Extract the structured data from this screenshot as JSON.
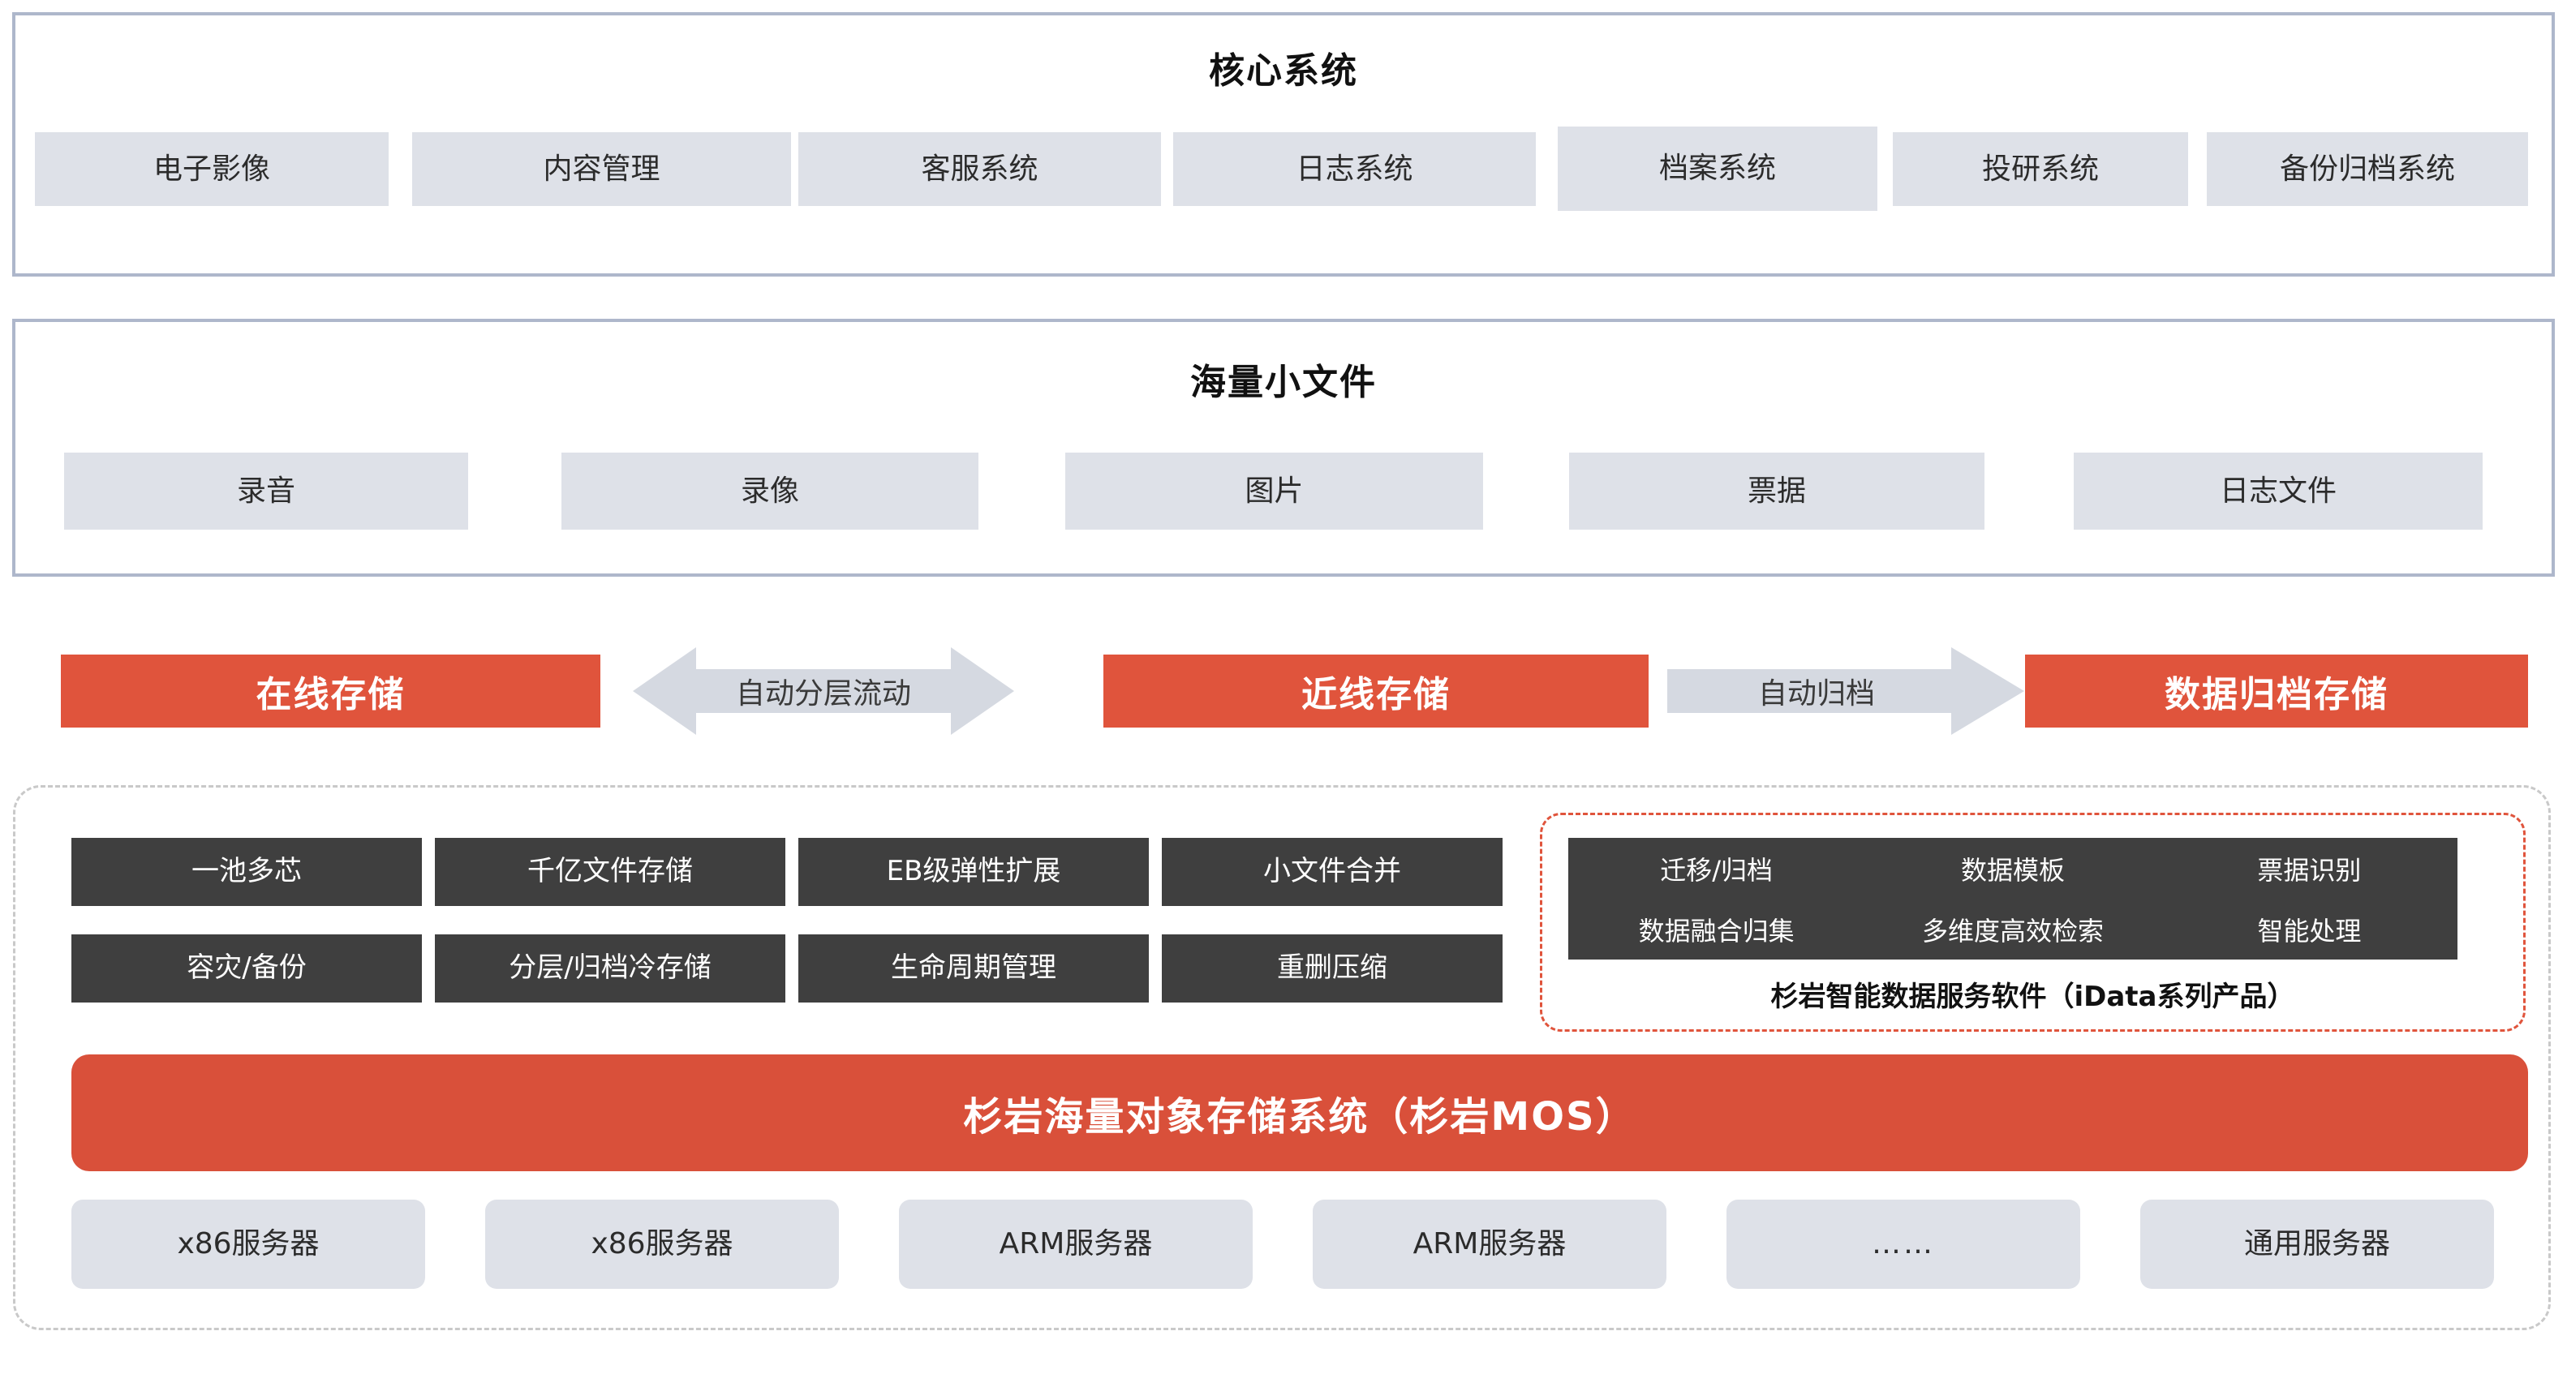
{
  "colors": {
    "accent_red": "#E0543C",
    "mos_red": "#D9503A",
    "chip_gray": "#DEE1E8",
    "dark_chip": "#3F3F3F",
    "panel_border": "#AEB7CB",
    "dashed_gray": "#C9C9C9"
  },
  "sections": {
    "core_systems": {
      "title": "核心系统",
      "items": [
        {
          "label": "电子影像"
        },
        {
          "label": "内容管理"
        },
        {
          "label": "客服系统"
        },
        {
          "label": "日志系统"
        },
        {
          "label": "档案系统"
        },
        {
          "label": "投研系统"
        },
        {
          "label": "备份归档系统"
        }
      ]
    },
    "massive_small_files": {
      "title": "海量小文件",
      "items": [
        {
          "label": "录音"
        },
        {
          "label": "录像"
        },
        {
          "label": "图片"
        },
        {
          "label": "票据"
        },
        {
          "label": "日志文件"
        }
      ]
    }
  },
  "tiers": {
    "online": "在线存储",
    "nearline": "近线存储",
    "archive": "数据归档存储",
    "arrow_tiering": "自动分层流动",
    "arrow_archiving": "自动归档"
  },
  "capabilities": {
    "columns": [
      {
        "top": "一池多芯",
        "bottom": "容灾/备份"
      },
      {
        "top": "千亿文件存储",
        "bottom": "分层/归档冷存储"
      },
      {
        "top": "EB级弹性扩展",
        "bottom": "生命周期管理"
      },
      {
        "top": "小文件合并",
        "bottom": "重删压缩"
      }
    ]
  },
  "idata": {
    "caption": "杉岩智能数据服务软件（iData系列产品）",
    "features": [
      "迁移/归档",
      "数据模板",
      "票据识别",
      "数据融合归集",
      "多维度高效检索",
      "智能处理"
    ]
  },
  "platform": {
    "mos_label": "杉岩海量对象存储系统（杉岩MOS）"
  },
  "hardware": {
    "servers": [
      {
        "label": "x86服务器"
      },
      {
        "label": "x86服务器"
      },
      {
        "label": "ARM服务器"
      },
      {
        "label": "ARM服务器"
      },
      {
        "label": "……"
      },
      {
        "label": "通用服务器"
      }
    ]
  }
}
